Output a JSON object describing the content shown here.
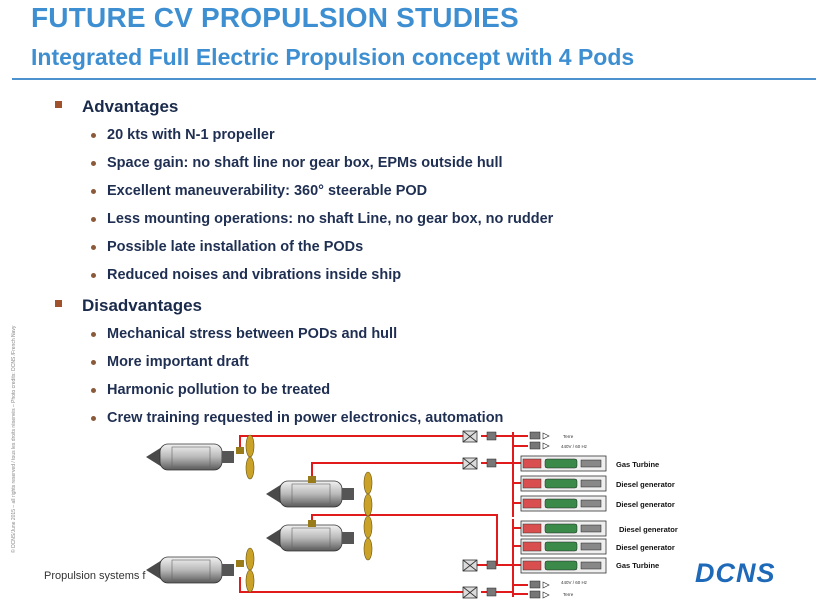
{
  "slide": {
    "title": "FUTURE CV PROPULSION STUDIES",
    "subtitle": "Integrated Full Electric Propulsion concept with 4 Pods"
  },
  "advantages": {
    "heading": "Advantages",
    "items": [
      "20 kts with N-1 propeller",
      "Space gain: no shaft line nor gear box, EPMs outside hull",
      "Excellent maneuverability: 360° steerable POD",
      "Less mounting operations: no shaft Line, no gear box, no rudder",
      "Possible late installation of the PODs",
      "Reduced noises and vibrations inside ship"
    ]
  },
  "disadvantages": {
    "heading": "Disadvantages",
    "items": [
      "Mechanical stress between PODs and hull",
      "More important draft",
      "Harmonic pollution to be treated",
      "Crew training requested in power electronics, automation"
    ]
  },
  "diagram": {
    "labels": [
      "Gas Turbine",
      "Diesel generator",
      "Diesel generator",
      "Diesel generator",
      "Diesel generator",
      "Gas Turbine"
    ],
    "small_labels": [
      "Terre",
      "440V / 60 Hz",
      "440V / 60 Hz",
      "Terre"
    ]
  },
  "footer": {
    "text": "Propulsion systems f",
    "side_note": "© DCNS/June 2015 – all rights reserved / tous les droits réservés – Photo credits: DCNS /French Navy"
  },
  "logo": {
    "text": "DCNS",
    "color": "#1e6ab8"
  },
  "colors": {
    "title": "#3d8fd1",
    "bullet_square": "#a0522d",
    "text": "#1f2f52",
    "bus": "#e11b1b"
  }
}
